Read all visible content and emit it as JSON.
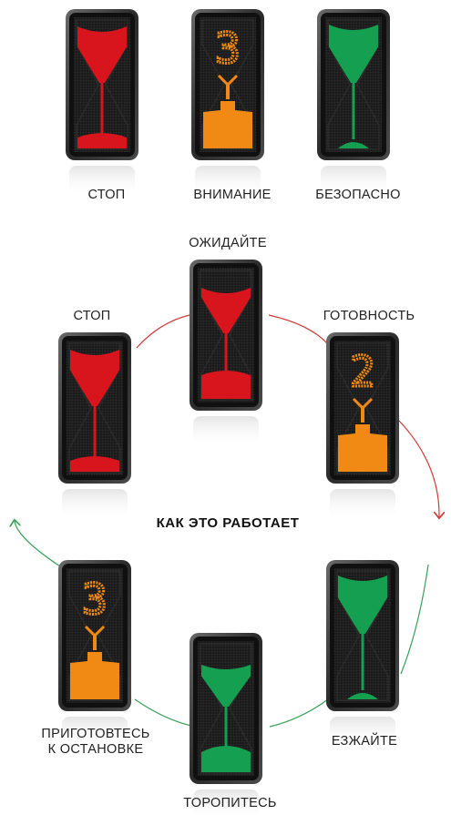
{
  "top_row": [
    {
      "label": "СТОП",
      "color": "red",
      "state": "stop"
    },
    {
      "label": "ВНИМАНИЕ",
      "color": "orange",
      "state": "countdown",
      "digit": "3"
    },
    {
      "label": "БЕЗОПАСНО",
      "color": "green",
      "state": "go"
    }
  ],
  "cycle": {
    "title": "КАК ЭТО РАБОТАЕТ",
    "nodes": [
      {
        "label": "ОЖИДАЙТЕ",
        "color": "red",
        "state": "wait"
      },
      {
        "label": "ГОТОВНОСТЬ",
        "color": "orange",
        "state": "countdown",
        "digit": "2"
      },
      {
        "label": "ЕЗЖАЙТЕ",
        "color": "green",
        "state": "go"
      },
      {
        "label": "ТОРОПИТЕСЬ",
        "color": "green",
        "state": "hurry"
      },
      {
        "label": "ПРИГОТОВТЕСЬ\nК ОСТАНОВКЕ",
        "color": "orange",
        "state": "countdown",
        "digit": "3"
      },
      {
        "label": "СТОП",
        "color": "red",
        "state": "stop"
      }
    ]
  },
  "colors": {
    "red": "#d8141c",
    "orange": "#f08a14",
    "green": "#14a050",
    "arc_red": "#d33a3a",
    "arc_green": "#3aa05a"
  }
}
